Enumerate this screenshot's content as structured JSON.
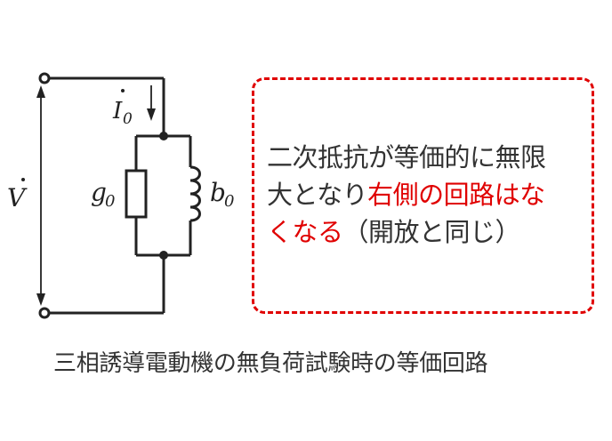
{
  "circuit": {
    "voltage_label": "V",
    "current_label": "I",
    "current_subscript": "0",
    "conductance_label": "g",
    "conductance_subscript": "0",
    "susceptance_label": "b",
    "susceptance_subscript": "0"
  },
  "note": {
    "line1": "二次抵抗が等価的に無限",
    "line2_normal": "大となり",
    "line2_red": "右側の回路はな",
    "line3_red": "くなる",
    "line3_normal": "（開放と同じ）"
  },
  "caption": "三相誘導電動機の無負荷試験時の等価回路",
  "colors": {
    "accent_red": "#e00000",
    "text": "#333333",
    "wire": "#222222"
  }
}
